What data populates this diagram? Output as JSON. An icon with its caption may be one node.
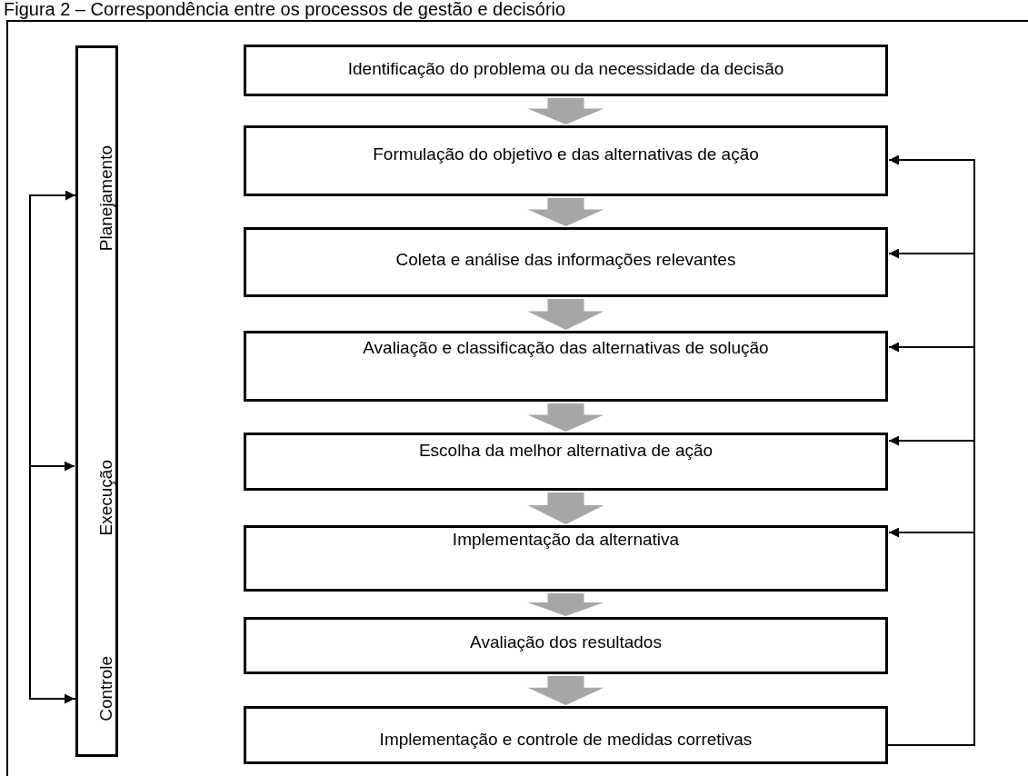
{
  "diagram": {
    "title": "Figura 2 – Correspondência entre os processos de gestão e decisório",
    "nodes": [
      {
        "text": [],
        "shape": "bar"
      },
      {
        "text": [
          "Planejamento"
        ],
        "in": 0
      },
      {
        "text": [
          "Execução"
        ],
        "in": 0
      },
      {
        "text": [
          "Controle"
        ],
        "in": 0
      },
      {
        "text": [
          "Identificação do problema ou da necessidade da decisão"
        ]
      },
      {
        "text": [
          "Formulação do objetivo e das alternativas de ação"
        ]
      },
      {
        "text": [
          "Coleta e análise das informações relevantes"
        ]
      },
      {
        "text": [
          "Avaliação e classificação das alternativas de solução"
        ]
      },
      {
        "text": [
          "Escolha da melhor alternativa de ação"
        ]
      },
      {
        "text": [
          "Implementação da alternativa"
        ]
      },
      {
        "text": [
          "Avaliação dos resultados"
        ]
      },
      {
        "text": [
          "Implementação e controle de medidas corretivas"
        ]
      }
    ],
    "edges": [
      {
        "from": 4,
        "to": 5,
        "arrow": "to",
        "style": "thick",
        "color": "#a6a6a6"
      },
      {
        "from": 5,
        "to": 6,
        "arrow": "to",
        "style": "thick",
        "color": "#a6a6a6"
      },
      {
        "from": 6,
        "to": 7,
        "arrow": "to",
        "style": "thick",
        "color": "#a6a6a6"
      },
      {
        "from": 7,
        "to": 8,
        "arrow": "to",
        "style": "thick",
        "color": "#a6a6a6"
      },
      {
        "from": 8,
        "to": 9,
        "arrow": "to",
        "style": "thick",
        "color": "#a6a6a6"
      },
      {
        "from": 9,
        "to": 10,
        "arrow": "to",
        "style": "thick",
        "color": "#a6a6a6"
      },
      {
        "from": 10,
        "to": 11,
        "arrow": "to",
        "style": "thick",
        "color": "#a6a6a6"
      },
      {
        "from": 11,
        "to": 5,
        "arrow": "to"
      },
      {
        "from": 11,
        "to": 6,
        "arrow": "to"
      },
      {
        "from": 11,
        "to": 7,
        "arrow": "to"
      },
      {
        "from": 11,
        "to": 8,
        "arrow": "to"
      },
      {
        "from": 11,
        "to": 9,
        "arrow": "to"
      },
      {
        "from": 1,
        "to": 3,
        "arrow": "both"
      },
      {
        "from": 3,
        "to": 2,
        "arrow": "to"
      }
    ]
  }
}
